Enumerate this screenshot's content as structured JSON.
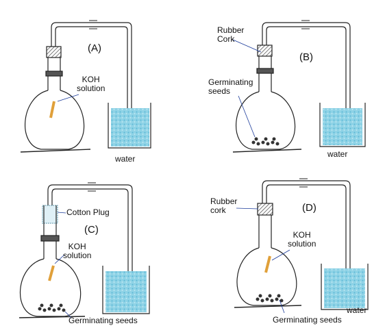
{
  "panels": [
    {
      "tag": "(A)",
      "labels": {
        "tube": "KOH\nsolution",
        "water": "water"
      }
    },
    {
      "tag": "(B)",
      "labels": {
        "cork": "Rubber\nCork",
        "seeds": "Germinating\nseeds",
        "water": "water"
      }
    },
    {
      "tag": "(C)",
      "labels": {
        "plug": "Cotton Plug",
        "tube": "KOH\nsolution",
        "seeds": "Germinating seeds"
      }
    },
    {
      "tag": "(D)",
      "labels": {
        "cork": "Rubber\ncork",
        "tube": "KOH\nsolution",
        "seeds": "Germinating seeds",
        "water": "water"
      }
    }
  ],
  "colors": {
    "water": "#5bb7d6",
    "tube": "#e0a03a",
    "cork": "#444444",
    "pointer": "#1a3a9a"
  }
}
